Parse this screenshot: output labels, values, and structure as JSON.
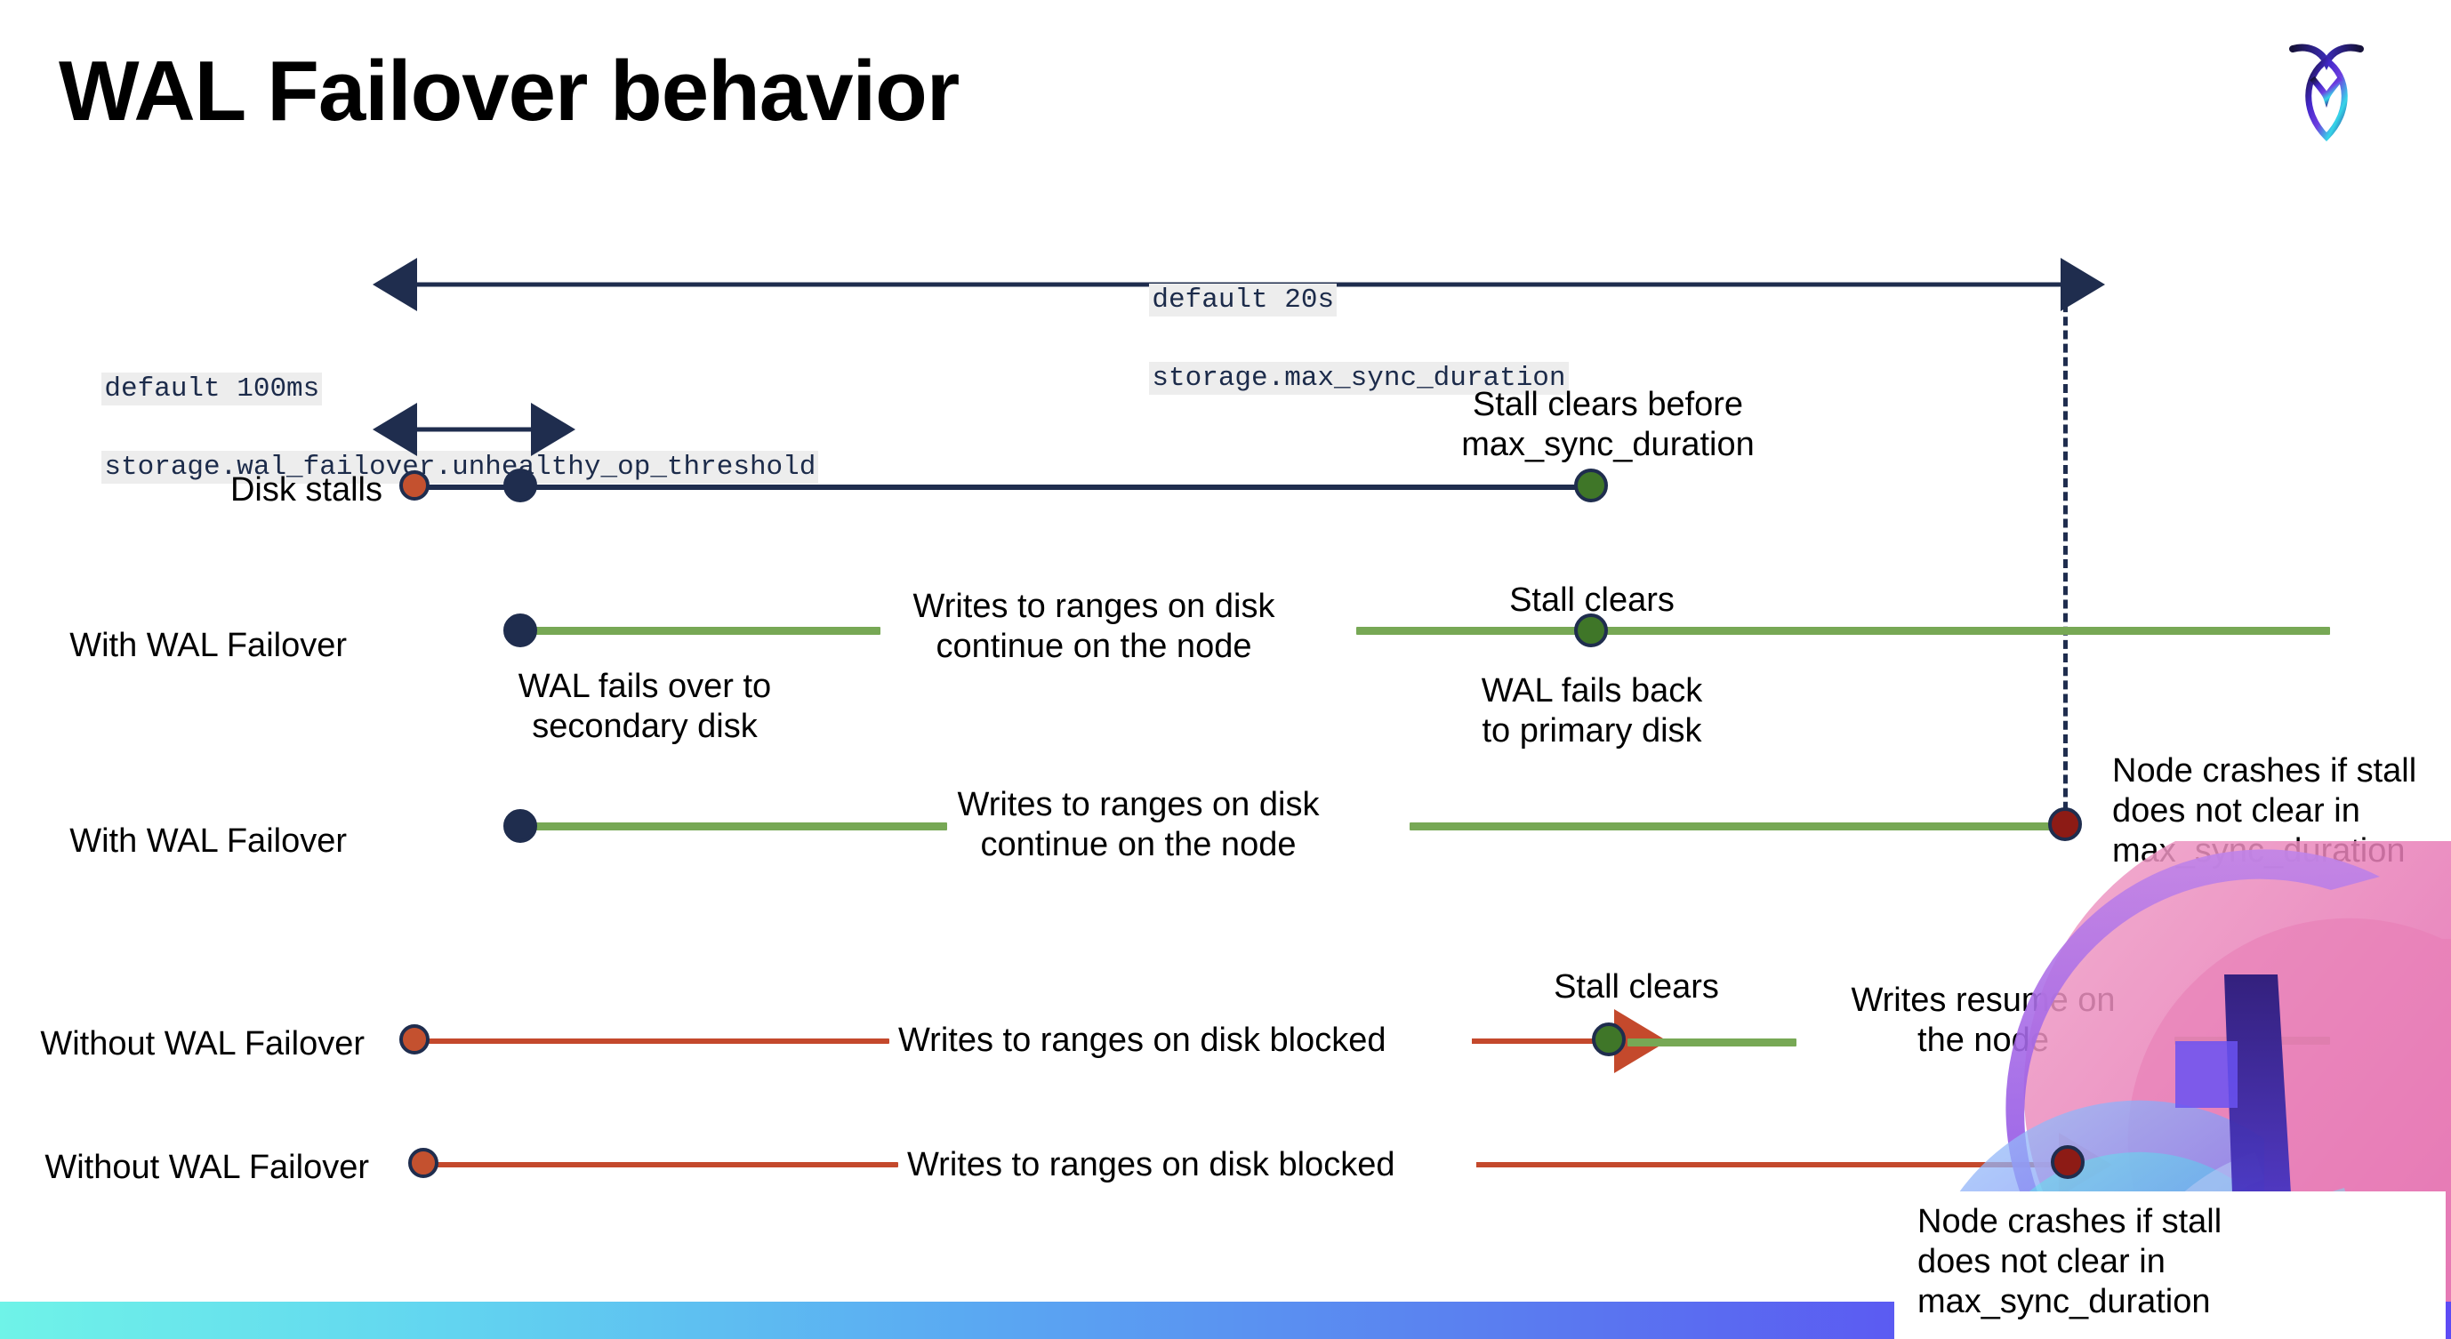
{
  "slide": {
    "title": "WAL Failover behavior",
    "logo_name": "cockroachdb-logo"
  },
  "annotations": {
    "max_sync": {
      "line1": "default 20s",
      "line2": "storage.max_sync_duration"
    },
    "unhealthy_threshold": {
      "line1": "default 100ms",
      "line2": "storage.wal_failover.unhealthy_op_threshold"
    }
  },
  "rows": [
    {
      "name": "disk-stalls",
      "label": "Disk stalls",
      "callout": "Stall clears before\nmax_sync_duration"
    },
    {
      "name": "with-wal-failover-1",
      "label": "With WAL Failover",
      "start_note": "WAL fails over to\nsecondary disk",
      "mid_note": "Writes to ranges on disk\ncontinue on the node",
      "clear_note": "Stall clears",
      "end_note": "WAL fails  back\nto primary disk"
    },
    {
      "name": "with-wal-failover-2",
      "label": "With WAL Failover",
      "mid_note": "Writes to ranges on disk\ncontinue on the node",
      "crash_note": "Node crashes if stall\ndoes not clear in\nmax_sync_duration"
    },
    {
      "name": "without-wal-failover-1",
      "label": "Without WAL Failover",
      "blocked_note": "Writes to ranges on disk  blocked",
      "clear_note": "Stall clears",
      "resume_note": "Writes resume on\nthe node"
    },
    {
      "name": "without-wal-failover-2",
      "label": "Without WAL Failover",
      "blocked_note": "Writes to ranges on disk  blocked",
      "crash_note": "Node crashes if stall\ndoes not clear in\nmax_sync_duration"
    }
  ],
  "colors": {
    "navy": "#1f2d4e",
    "green_line": "#77a855",
    "green_dot": "#3f7628",
    "red_line": "#c4492c",
    "red_dot": "#c4512f",
    "dark_red_dot": "#8d1b15",
    "code_bg": "#ededed",
    "bar_start": "#6FF3E8",
    "bar_end": "#5D4BF5"
  }
}
